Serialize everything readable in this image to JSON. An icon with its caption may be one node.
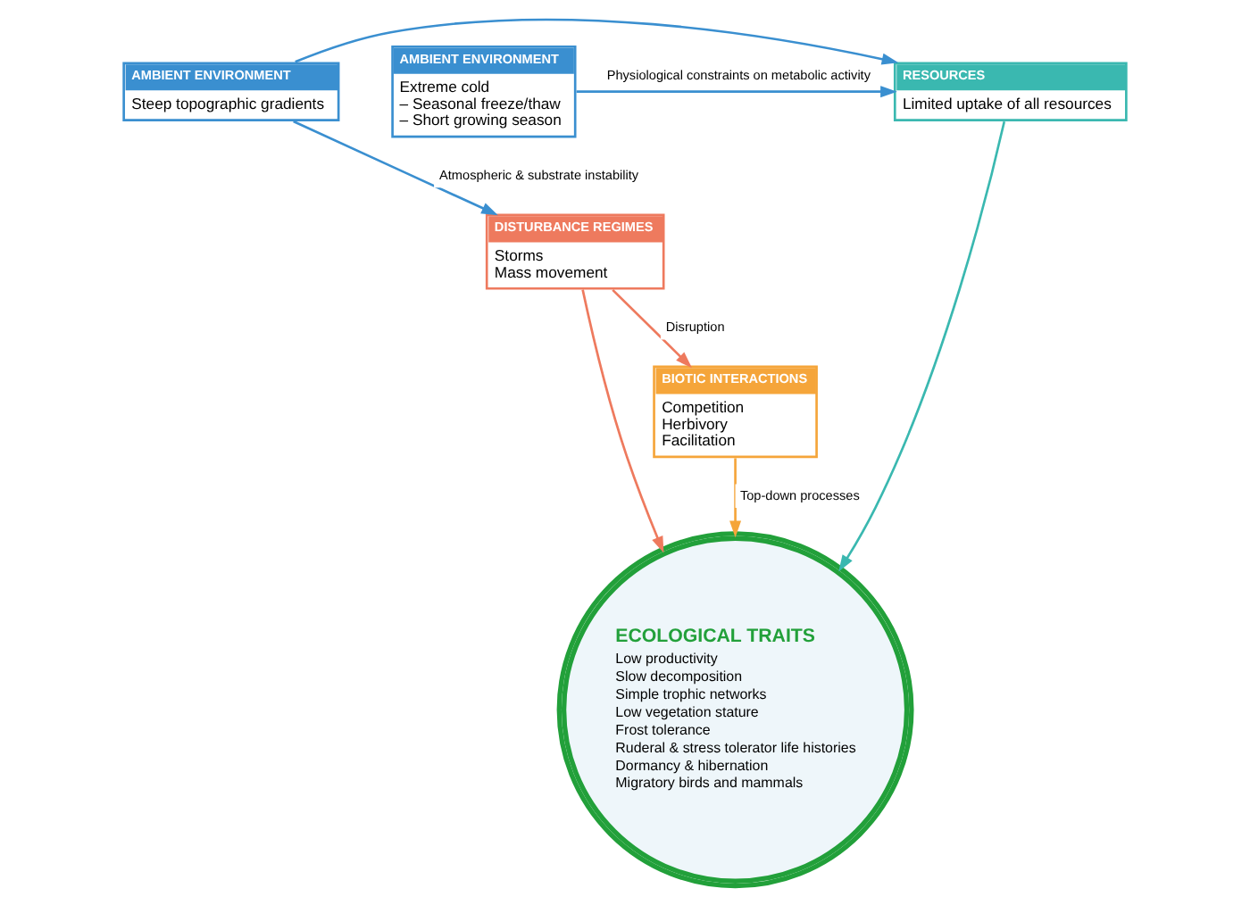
{
  "diagram": {
    "nodes": [
      {
        "text": [
          "AMBIENT ENVIRONMENT",
          "Steep topographic gradients"
        ]
      },
      {
        "text": [
          "RESOURCES",
          "Limited uptake of all resources"
        ]
      },
      {
        "text": [
          "AMBIENT ENVIRONMENT",
          "Extreme cold",
          "– Seasonal freeze/thaw",
          "– Short growing season"
        ]
      },
      {
        "text": [
          "DISTURBANCE REGIMES",
          "Storms",
          "Mass movement"
        ]
      },
      {
        "text": [
          "ECOLOGICAL TRAITS",
          "Low productivity",
          "Slow decomposition",
          "Simple trophic networks",
          "Low vegetation stature",
          "Frost tolerance",
          "Ruderal & stress tolerator life histories",
          "Dormancy & hibernation",
          "Migratory birds and mammals"
        ]
      },
      {
        "text": [
          "BIOTIC INTERACTIONS",
          "Competition",
          "Herbivory",
          "Facilitation"
        ]
      }
    ],
    "edges": [
      {
        "from": 0,
        "to": 1,
        "arrow": "to",
        "color": "#3a8fd0"
      },
      {
        "from": 2,
        "to": 1,
        "arrow": "to",
        "label": "Physiological constraints on metabolic activity",
        "color": "#3a8fd0"
      },
      {
        "from": 0,
        "to": 3,
        "arrow": "to",
        "label": "Atmospheric & substrate instability",
        "color": "#3a8fd0"
      },
      {
        "from": 1,
        "to": 4,
        "arrow": "to",
        "color": "#3ab8b0"
      },
      {
        "from": 3,
        "to": 4,
        "arrow": "to",
        "color": "#ee7a5e"
      },
      {
        "from": 3,
        "to": 5,
        "arrow": "to",
        "label": "Disruption",
        "color": "#ee7a5e"
      },
      {
        "from": 5,
        "to": 4,
        "arrow": "to",
        "label": "Top-down processes",
        "color": "#f5a53a"
      }
    ]
  }
}
